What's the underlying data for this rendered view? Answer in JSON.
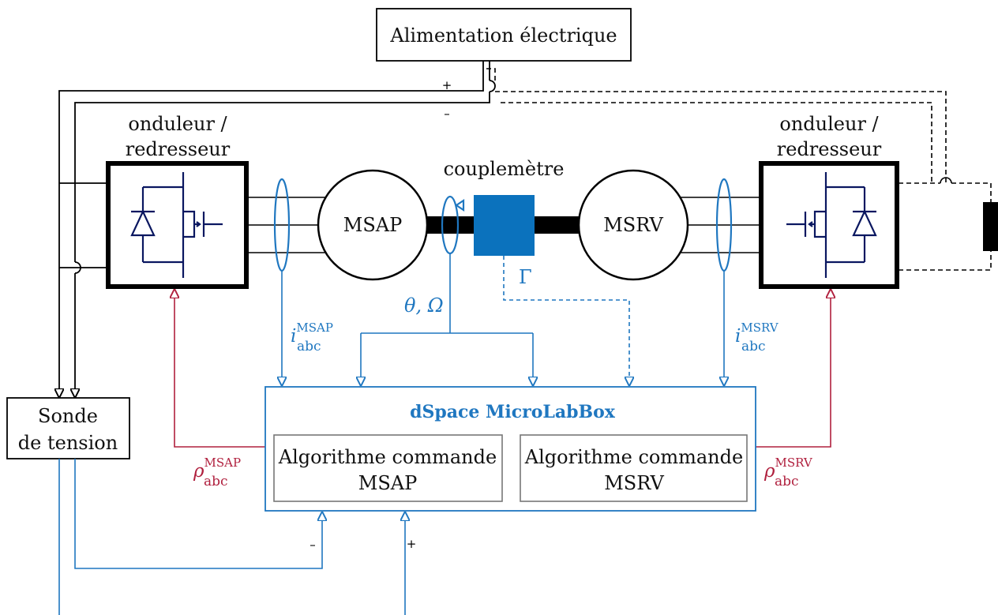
{
  "supply": {
    "label": "Alimentation électrique",
    "plus": "+",
    "minus": "–"
  },
  "inverter_left": {
    "line1": "onduleur /",
    "line2": "redresseur"
  },
  "inverter_right": {
    "line1": "onduleur /",
    "line2": "redresseur"
  },
  "torque_meter": {
    "label": "couplemètre",
    "signal": "Γ"
  },
  "motor_left": {
    "label": "MSAP"
  },
  "motor_right": {
    "label": "MSRV"
  },
  "encoder": {
    "signal": "θ, Ω"
  },
  "current_left": {
    "symbol": "i",
    "sup": "MSAP",
    "sub": "abc"
  },
  "current_right": {
    "symbol": "i",
    "sup": "MSRV",
    "sub": "abc"
  },
  "duty_left": {
    "symbol": "ρ",
    "sup": "MSAP",
    "sub": "abc"
  },
  "duty_right": {
    "symbol": "ρ",
    "sup": "MSRV",
    "sub": "abc"
  },
  "voltage_probe": {
    "line1": "Sonde",
    "line2": "de tension"
  },
  "controller": {
    "title": "dSpace MicroLabBox",
    "algo_left": {
      "line1": "Algorithme commande",
      "line2": "MSAP"
    },
    "algo_right": {
      "line1": "Algorithme commande",
      "line2": "MSRV"
    }
  },
  "probe_signs": {
    "minus": "–",
    "plus": "+"
  },
  "colors": {
    "blue": "#1f77c0",
    "red": "#b0203e",
    "navy": "#0a1760",
    "block": "#0b72bd",
    "black": "#000000"
  }
}
